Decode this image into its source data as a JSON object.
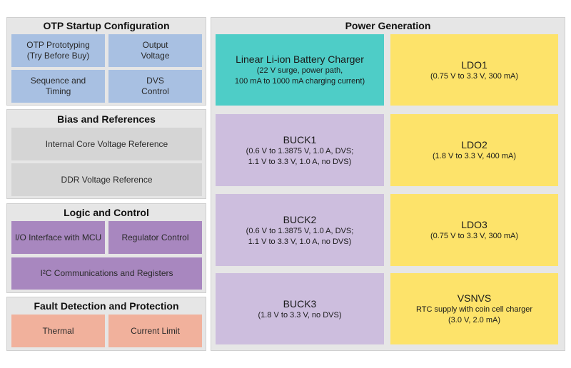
{
  "otp": {
    "title": "OTP Startup Configuration",
    "boxes": [
      {
        "line1": "OTP Prototyping",
        "line2": "(Try Before Buy)"
      },
      {
        "line1": "Output",
        "line2": "Voltage"
      },
      {
        "line1": "Sequence and",
        "line2": "Timing"
      },
      {
        "line1": "DVS",
        "line2": "Control"
      }
    ]
  },
  "bias": {
    "title": "Bias and References",
    "boxes": [
      "Internal Core Voltage Reference",
      "DDR Voltage Reference"
    ]
  },
  "logic": {
    "title": "Logic and Control",
    "boxes": [
      "I/O Interface with MCU",
      "Regulator Control",
      "I²C Communications and Registers"
    ]
  },
  "fault": {
    "title": "Fault Detection and Protection",
    "boxes": [
      "Thermal",
      "Current Limit"
    ]
  },
  "power": {
    "title": "Power Generation",
    "charger": {
      "title": "Linear Li-ion Battery Charger",
      "desc1": "(22 V surge, power path,",
      "desc2": "100 mA to 1000 mA charging current)"
    },
    "buck1": {
      "title": "BUCK1",
      "desc1": "(0.6 V to 1.3875 V, 1.0 A, DVS;",
      "desc2": "1.1 V to 3.3 V, 1.0 A, no DVS)"
    },
    "buck2": {
      "title": "BUCK2",
      "desc1": "(0.6 V to 1.3875 V, 1.0 A, DVS;",
      "desc2": "1.1 V to 3.3 V, 1.0 A, no DVS)"
    },
    "buck3": {
      "title": "BUCK3",
      "desc1": "(1.8 V to 3.3 V, no DVS)"
    },
    "ldo1": {
      "title": "LDO1",
      "desc1": "(0.75 V to 3.3 V, 300 mA)"
    },
    "ldo2": {
      "title": "LDO2",
      "desc1": "(1.8 V to 3.3 V, 400 mA)"
    },
    "ldo3": {
      "title": "LDO3",
      "desc1": "(0.75 V to 3.3 V, 300 mA)"
    },
    "vsnvs": {
      "title": "VSNVS",
      "desc1": "RTC supply with coin cell charger",
      "desc2": "(3.0 V, 2.0 mA)"
    }
  }
}
